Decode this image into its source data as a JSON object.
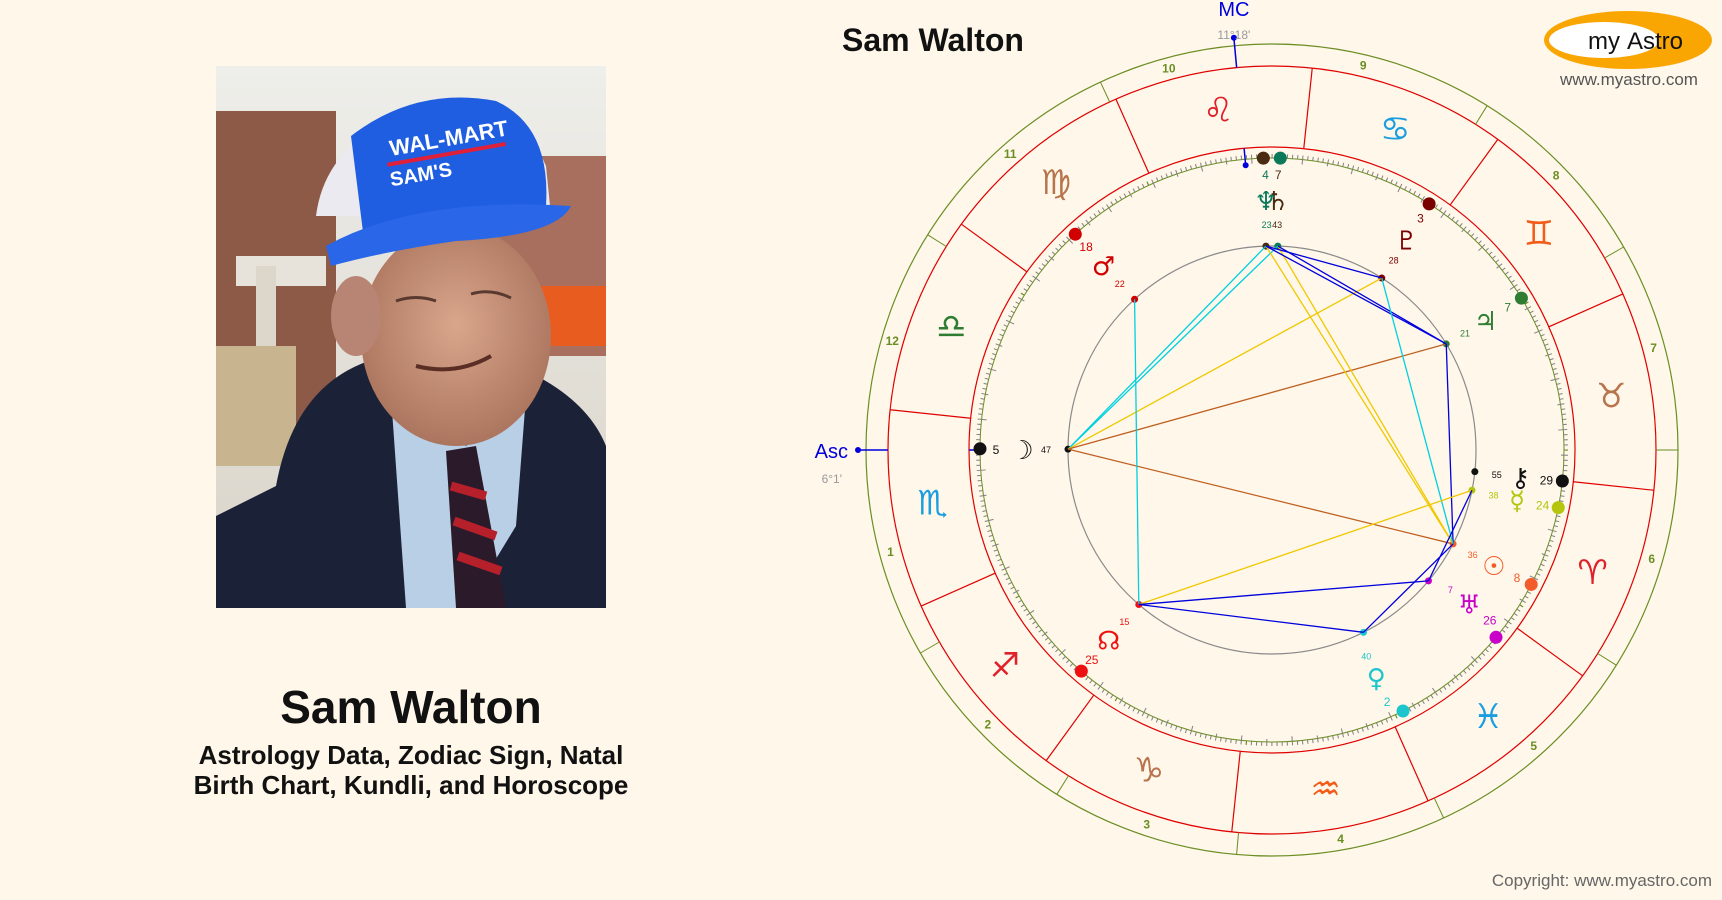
{
  "person": {
    "name": "Sam Walton",
    "subtitle_line1": "Astrology Data, Zodiac Sign, Natal",
    "subtitle_line2": "Birth Chart, Kundli, and Horoscope",
    "photo_alt": "Portrait of Sam Walton wearing a blue Wal-Mart Sam's Club cap"
  },
  "chart_header": {
    "title": "Sam Walton"
  },
  "brand": {
    "logo_my": "my",
    "logo_astro": "Astro",
    "url": "www.myastro.com",
    "copyright": "Copyright: www.myastro.com",
    "logo_color": "#f9a602"
  },
  "angles": {
    "asc_label": "Asc",
    "asc_degree": "6°1'",
    "mc_label": "MC",
    "mc_degree": "11°18'"
  },
  "colors": {
    "house_ring": "#6b8e23",
    "sign_ring": "#e00000",
    "axis": "#0000dd",
    "tick": "#808080"
  },
  "chart_data": {
    "type": "natal-wheel",
    "title": "Sam Walton",
    "ascendant": {
      "sign": "Scorpio",
      "degree": 6,
      "minute": 1
    },
    "midheaven": {
      "sign": "Leo",
      "degree": 11,
      "minute": 18
    },
    "house_numbers": [
      "1",
      "2",
      "3",
      "4",
      "5",
      "6",
      "7",
      "8",
      "9",
      "10",
      "11",
      "12"
    ],
    "signs": [
      {
        "name": "Aries",
        "glyph": "♈",
        "color": "#e0202a"
      },
      {
        "name": "Taurus",
        "glyph": "♉",
        "color": "#b8744d"
      },
      {
        "name": "Gemini",
        "glyph": "♊",
        "color": "#f25c18"
      },
      {
        "name": "Cancer",
        "glyph": "♋",
        "color": "#1a9ee0"
      },
      {
        "name": "Leo",
        "glyph": "♌",
        "color": "#e0202a"
      },
      {
        "name": "Virgo",
        "glyph": "♍",
        "color": "#b8744d"
      },
      {
        "name": "Libra",
        "glyph": "♎",
        "color": "#2e7d32"
      },
      {
        "name": "Scorpio",
        "glyph": "♏",
        "color": "#1a9ee0"
      },
      {
        "name": "Sagittarius",
        "glyph": "♐",
        "color": "#e0202a"
      },
      {
        "name": "Capricorn",
        "glyph": "♑",
        "color": "#b8744d"
      },
      {
        "name": "Aquarius",
        "glyph": "♒",
        "color": "#f25c18"
      },
      {
        "name": "Pisces",
        "glyph": "♓",
        "color": "#1a9ee0"
      }
    ],
    "planets": [
      {
        "name": "Sun",
        "glyph": "☉",
        "sign": "Aries",
        "deg": "8",
        "min": "36",
        "color": "#f25c2a"
      },
      {
        "name": "Moon",
        "glyph": "☽",
        "sign": "Scorpio",
        "deg": "5",
        "min": "47",
        "color": "#111111"
      },
      {
        "name": "Mercury",
        "glyph": "☿",
        "sign": "Aries",
        "deg": "24",
        "min": "38",
        "color": "#b5c40c"
      },
      {
        "name": "Venus",
        "glyph": "♀",
        "sign": "Pisces",
        "deg": "2",
        "min": "40",
        "color": "#1cc6cc"
      },
      {
        "name": "Mars",
        "glyph": "♂",
        "sign": "Virgo",
        "deg": "18",
        "min": "22",
        "color": "#d00000"
      },
      {
        "name": "Jupiter",
        "glyph": "♃",
        "sign": "Gemini",
        "deg": "7",
        "min": "21",
        "color": "#2e7d32"
      },
      {
        "name": "Saturn",
        "glyph": "♄",
        "sign": "Leo",
        "deg": "7",
        "min": "43",
        "color": "#4a2a10"
      },
      {
        "name": "Uranus",
        "glyph": "♅",
        "sign": "Pisces",
        "deg": "26",
        "min": "7",
        "color": "#c800c8"
      },
      {
        "name": "Neptune",
        "glyph": "♆",
        "sign": "Leo",
        "deg": "4",
        "min": "23",
        "color": "#0a7a5a"
      },
      {
        "name": "Pluto",
        "glyph": "♇",
        "sign": "Cancer",
        "deg": "3",
        "min": "28",
        "color": "#7a0000"
      },
      {
        "name": "Chiron",
        "glyph": "⚷",
        "sign": "Aries",
        "deg": "29",
        "min": "55",
        "color": "#111111"
      },
      {
        "name": "North Node",
        "glyph": "☊",
        "sign": "Sagittarius",
        "deg": "25",
        "min": "15",
        "color": "#ee1111"
      }
    ]
  }
}
